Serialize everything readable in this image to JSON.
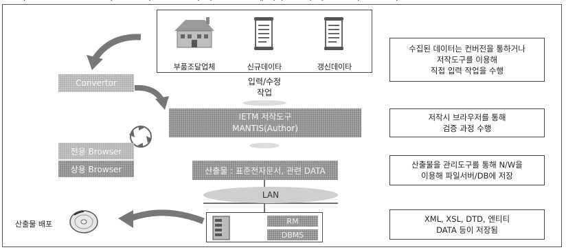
{
  "sources": {
    "items": [
      {
        "label": "부품조달업체",
        "icon": "building-icon"
      },
      {
        "label": "신규데이타",
        "icon": "scroll-document-icon"
      },
      {
        "label": "갱신데이타",
        "icon": "scroll-document-icon"
      }
    ]
  },
  "input_label": {
    "line1": "입력/수정",
    "line2": "작업"
  },
  "convertor": {
    "label": "Convertor"
  },
  "authoring": {
    "line1": "IETM 저작도구",
    "line2": "MANTIS(Author)"
  },
  "browsers": {
    "dedicated": "전용 Browser",
    "commercial": "상용 Browser"
  },
  "output": {
    "label": "산출물 : 표준전자문서, 관련 DATA"
  },
  "network": {
    "label": "LAN"
  },
  "server": {
    "rm": "RM",
    "dbms": "DBMS"
  },
  "distribution": {
    "label": "산출물 배포",
    "icon": "cd-disc-icon"
  },
  "notes": [
    {
      "lines": [
        "수집된 데이터는 컨버전을 통하거나",
        "저작도구를 이용해",
        "직접 입력 작업을 수행"
      ]
    },
    {
      "lines": [
        "저작시 브라우저를 통해",
        "검증 과정 수행"
      ]
    },
    {
      "lines": [
        "산출물을 관리도구를 통해 N/W을",
        "이용해 파일서버/DB에 저장"
      ]
    },
    {
      "lines": [
        "XML, XSL, DTD, 엔티티",
        "DATA 등이 저장됨"
      ]
    }
  ],
  "colors": {
    "box_fill": "#b3b3b3",
    "dark_fill": "#8c8c8c",
    "ellipse": "#cfcfcf",
    "line": "#444444"
  }
}
